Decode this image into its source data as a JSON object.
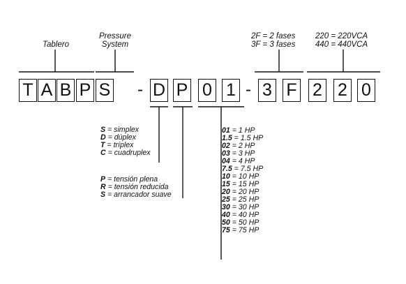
{
  "code_chars": [
    "T",
    "A",
    "B",
    "P",
    "S",
    "-",
    "D",
    "P",
    "0",
    "1",
    "-",
    "3",
    "F",
    "2",
    "2",
    "0"
  ],
  "headers": {
    "tablero": [
      "Tablero"
    ],
    "pressure": [
      "Pressure",
      "System"
    ],
    "fases": [
      "2F = 2 fases",
      "3F = 3 fases"
    ],
    "voltaje": [
      "220 = 220VCA",
      "440 = 440VCA"
    ]
  },
  "tipo_legend": [
    {
      "code": "S",
      "text": "simplex"
    },
    {
      "code": "D",
      "text": "dúplex"
    },
    {
      "code": "T",
      "text": "tríplex"
    },
    {
      "code": "C",
      "text": "cuadruplex"
    }
  ],
  "arranque_legend": [
    {
      "code": "P",
      "text": "tensión plena"
    },
    {
      "code": "R",
      "text": "tensión reducida"
    },
    {
      "code": "S",
      "text": "arrancador suave"
    }
  ],
  "hp_legend": [
    {
      "code": "01",
      "text": "1 HP"
    },
    {
      "code": "1.5",
      "text": "1.5 HP"
    },
    {
      "code": "02",
      "text": "2 HP"
    },
    {
      "code": "03",
      "text": "3 HP"
    },
    {
      "code": "04",
      "text": "4 HP"
    },
    {
      "code": "7.5",
      "text": "7.5 HP"
    },
    {
      "code": "10",
      "text": "10 HP"
    },
    {
      "code": "15",
      "text": "15 HP"
    },
    {
      "code": "20",
      "text": "20 HP"
    },
    {
      "code": "25",
      "text": "25 HP"
    },
    {
      "code": "30",
      "text": "30 HP"
    },
    {
      "code": "40",
      "text": "40 HP"
    },
    {
      "code": "50",
      "text": "50 HP"
    },
    {
      "code": "75",
      "text": "75 HP"
    }
  ],
  "separator": " = "
}
